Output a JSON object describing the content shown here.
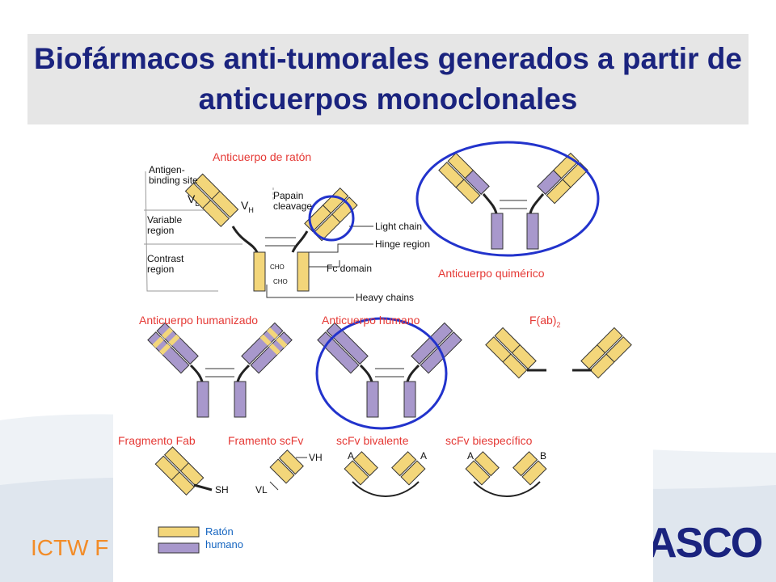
{
  "title": "Biofármacos anti-tumorales generados a partir de anticuerpos monoclonales",
  "colors": {
    "mouse": "#f3d67a",
    "human": "#a898cc",
    "highlight": "#2233cc",
    "label": "#e53935",
    "title": "#1a237e",
    "footer": "#f28c28"
  },
  "labels": {
    "mouse": "Anticuerpo de ratón",
    "chimeric": "Anticuerpo quimérico",
    "humanized": "Anticuerpo humanizado",
    "human": "Anticuerpo humano",
    "fab2_base": "F(ab)",
    "fab2_sub": "2",
    "fab": "Fragmento Fab",
    "scfv": "Framento scFv",
    "scfv_bivalent": "scFv bivalente",
    "scfv_bispecific": "scFv biespecífico"
  },
  "diagram_text": {
    "antigen_site": "Antigen-\nbinding site",
    "vl": "V",
    "vl_sub": "L",
    "vh": "V",
    "vh_sub": "H",
    "variable_region": "Variable\nregion",
    "contrast_region": "Contrast\nregion",
    "papain": "Papain\ncleavage",
    "light_chain": "Light chain",
    "hinge_region": "Hinge region",
    "fc_domain": "Fc domain",
    "heavy_chains": "Heavy chains",
    "cho1": "CHO",
    "cho2": "CHO",
    "sh": "SH",
    "scfv_vh": "VH",
    "scfv_vl": "VL",
    "a1": "A",
    "a2": "A",
    "a3": "A",
    "b": "B"
  },
  "legend": {
    "mouse": "Ratón",
    "human": "humano"
  },
  "footer": {
    "left": "ICTW F",
    "logo": "ASCO"
  }
}
